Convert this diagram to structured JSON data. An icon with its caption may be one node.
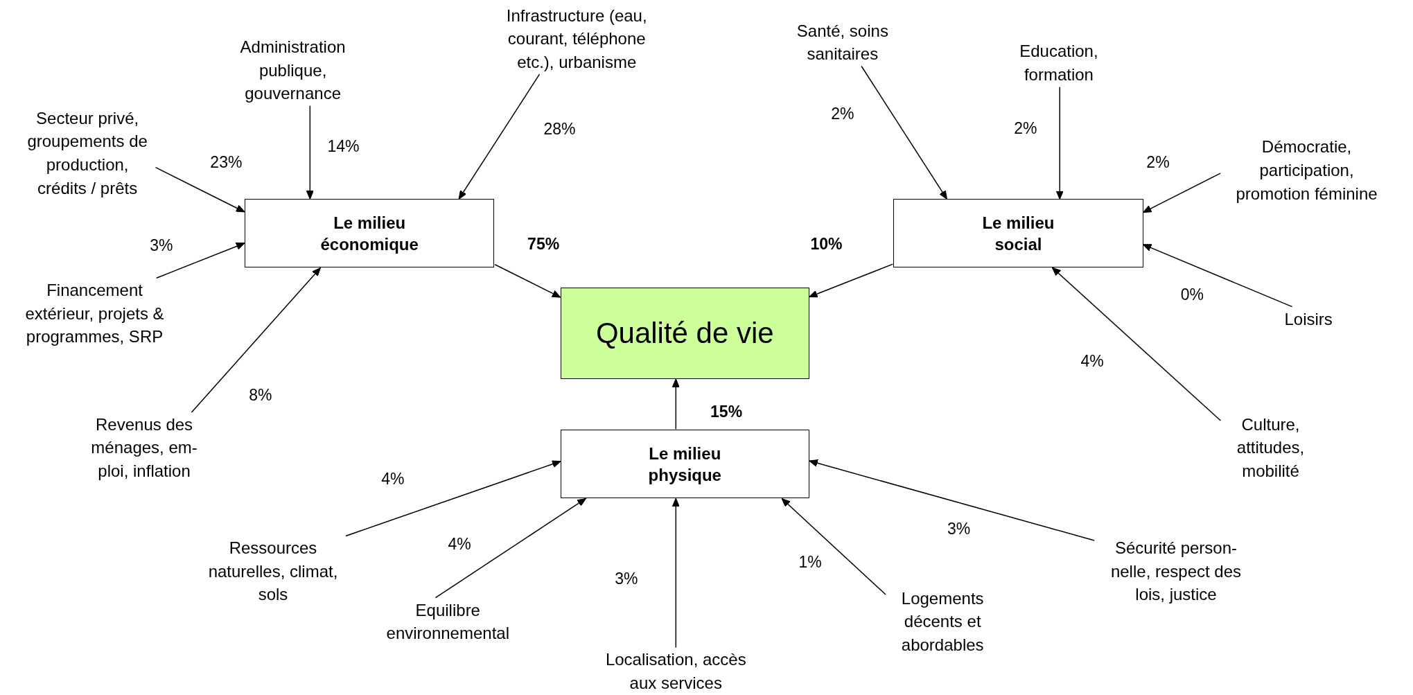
{
  "diagram": {
    "nodes": [
      {
        "text": [
          "Qualité de vie"
        ]
      },
      {
        "text": [
          "Le milieu économique"
        ]
      },
      {
        "text": [
          "Le milieu social"
        ]
      },
      {
        "text": [
          "Le milieu physique"
        ]
      },
      {
        "text": [
          "Secteur privé, groupements de production, crédits / prêts"
        ]
      },
      {
        "text": [
          "Administration publique, gouvernance"
        ]
      },
      {
        "text": [
          "Infrastructure (eau, courant, téléphone etc.), urbanisme"
        ]
      },
      {
        "text": [
          "Financement extérieur, projets & programmes, SRP"
        ]
      },
      {
        "text": [
          "Revenus des ménages, em- ploi, inflation"
        ]
      },
      {
        "text": [
          "Santé, soins sanitaires"
        ]
      },
      {
        "text": [
          "Education, formation"
        ]
      },
      {
        "text": [
          "Démocratie, participation, promotion féminine"
        ]
      },
      {
        "text": [
          "Loisirs"
        ]
      },
      {
        "text": [
          "Culture, attitudes, mobilité"
        ]
      },
      {
        "text": [
          "Ressources naturelles, climat, sols"
        ]
      },
      {
        "text": [
          "Equilibre environnemental"
        ]
      },
      {
        "text": [
          "Localisation, accès aux services"
        ]
      },
      {
        "text": [
          "Logements décents et abordables"
        ]
      },
      {
        "text": [
          "Sécurité person- nelle, respect des lois, justice"
        ]
      }
    ],
    "edges": [
      {
        "from": 1,
        "to": 0,
        "arrow": "to",
        "label": "75%"
      },
      {
        "from": 2,
        "to": 0,
        "arrow": "to",
        "label": "10%"
      },
      {
        "from": 3,
        "to": 0,
        "arrow": "to",
        "label": "15%"
      },
      {
        "from": 4,
        "to": 1,
        "arrow": "to",
        "label": "23%"
      },
      {
        "from": 5,
        "to": 1,
        "arrow": "to",
        "label": "14%"
      },
      {
        "from": 6,
        "to": 1,
        "arrow": "to",
        "label": "28%"
      },
      {
        "from": 7,
        "to": 1,
        "arrow": "to",
        "label": "3%"
      },
      {
        "from": 8,
        "to": 1,
        "arrow": "to",
        "label": "8%"
      },
      {
        "from": 9,
        "to": 2,
        "arrow": "to",
        "label": "2%"
      },
      {
        "from": 10,
        "to": 2,
        "arrow": "to",
        "label": "2%"
      },
      {
        "from": 11,
        "to": 2,
        "arrow": "to",
        "label": "2%"
      },
      {
        "from": 12,
        "to": 2,
        "arrow": "to",
        "label": "0%"
      },
      {
        "from": 13,
        "to": 2,
        "arrow": "to",
        "label": "4%"
      },
      {
        "from": 14,
        "to": 3,
        "arrow": "to",
        "label": "4%"
      },
      {
        "from": 15,
        "to": 3,
        "arrow": "to",
        "label": "4%"
      },
      {
        "from": 16,
        "to": 3,
        "arrow": "to",
        "label": "3%"
      },
      {
        "from": 17,
        "to": 3,
        "arrow": "to",
        "label": "1%"
      },
      {
        "from": 18,
        "to": 3,
        "arrow": "to",
        "label": "3%"
      }
    ]
  }
}
